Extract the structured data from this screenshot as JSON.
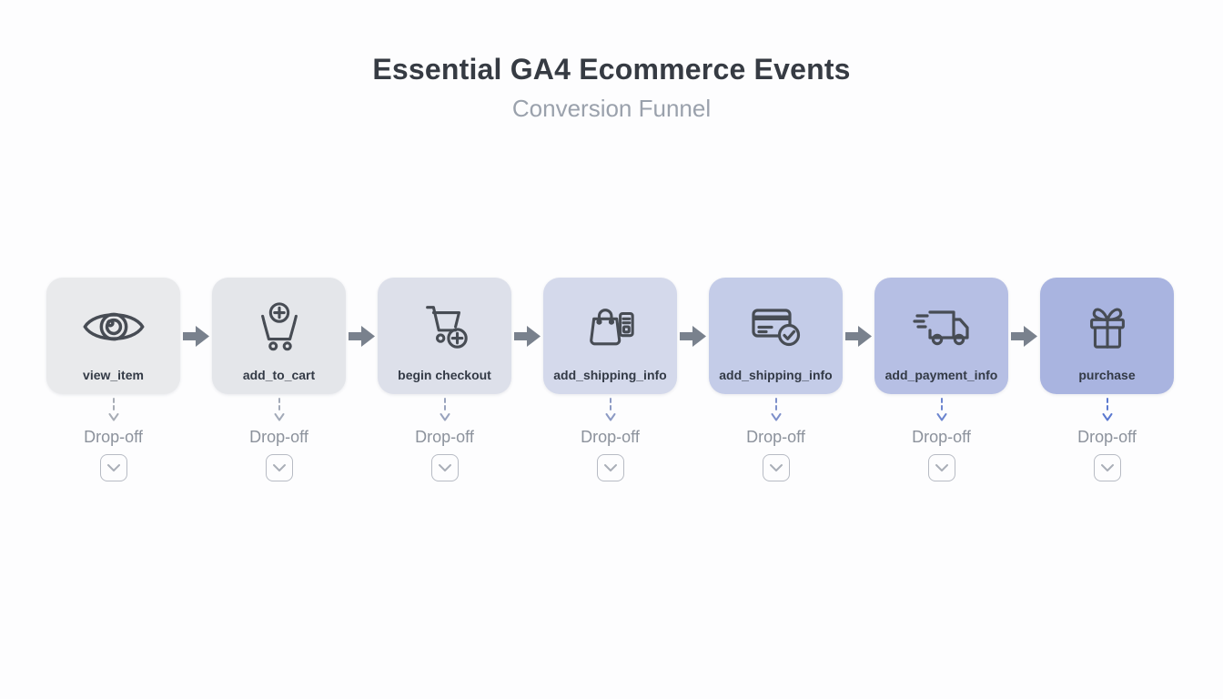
{
  "header": {
    "title": "Essential GA4 Ecommerce Events",
    "subtitle": "Conversion Funnel",
    "title_color": "#363b43",
    "subtitle_color": "#9aa1ac"
  },
  "funnel": {
    "dropoff_label": "Drop-off",
    "connector_color": "#79818d",
    "card_label_color": "#333a46",
    "icon_stroke_color": "#474c54",
    "chevron_border_color": "#b7bbc4",
    "steps": [
      {
        "label": "view_item",
        "icon": "eye-icon",
        "bg": "#e9eaec",
        "drop_color": "#a7acb5"
      },
      {
        "label": "add_to_cart",
        "icon": "cart-plus-icon",
        "bg": "#e4e6ea",
        "drop_color": "#a3aab8"
      },
      {
        "label": "begin checkout",
        "icon": "cart-checkout-icon",
        "bg": "#dde0ea",
        "drop_color": "#99a3bd"
      },
      {
        "label": "add_shipping_info",
        "icon": "shopping-bag-icon",
        "bg": "#d4d9eb",
        "drop_color": "#8c9ac4"
      },
      {
        "label": "add_shipping_info",
        "icon": "credit-card-check-icon",
        "bg": "#c4cce8",
        "drop_color": "#7e90ca"
      },
      {
        "label": "add_payment_info",
        "icon": "delivery-truck-icon",
        "bg": "#b6bfe4",
        "drop_color": "#6c85cf"
      },
      {
        "label": "purchase",
        "icon": "gift-icon",
        "bg": "#a9b4e0",
        "drop_color": "#5b79d0"
      }
    ]
  }
}
